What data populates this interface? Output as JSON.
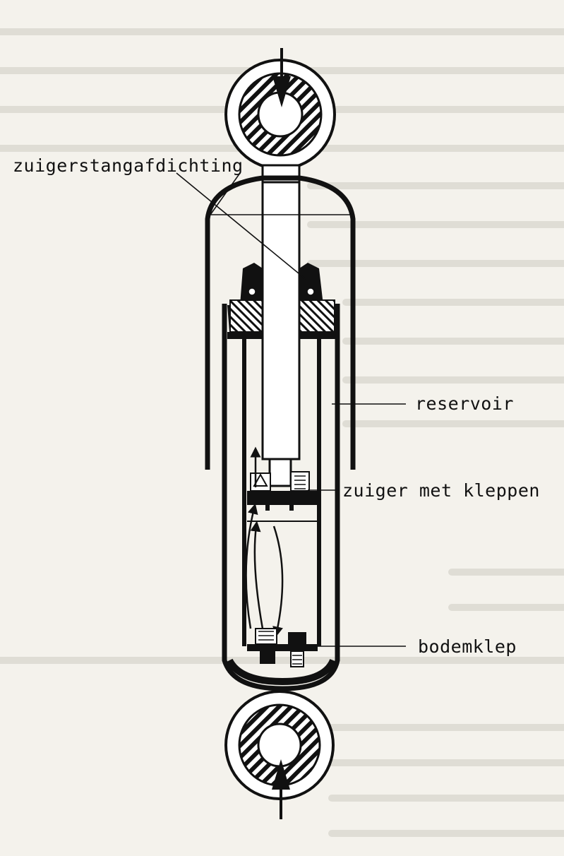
{
  "labels": {
    "seal": "zuigerstangafdichting",
    "reservoir": "reservoir",
    "piston": "zuiger met kleppen",
    "base_valve": "bodemklep"
  },
  "colors": {
    "ink": "#111111",
    "paper": "#f4f2ec",
    "bleed": "#c9c6bd"
  }
}
